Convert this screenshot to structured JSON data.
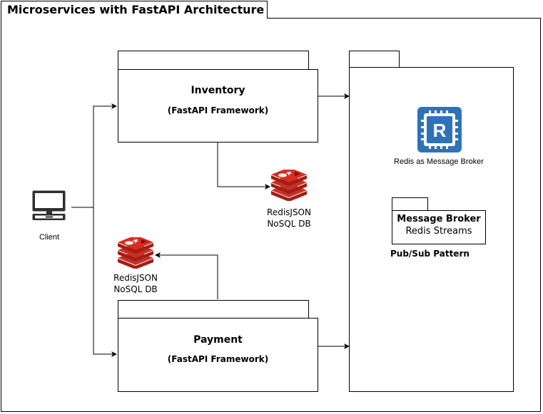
{
  "title": "Microservices with FastAPI Architecture",
  "client": {
    "label": "Client"
  },
  "inventory": {
    "title": "Inventory",
    "subtitle": "(FastAPI Framework)"
  },
  "payment": {
    "title": "Payment",
    "subtitle": "(FastAPI Framework)"
  },
  "inventory_db": {
    "line1": "RedisJSON",
    "line2": "NoSQL DB"
  },
  "payment_db": {
    "line1": "RedisJSON",
    "line2": "NoSQL DB"
  },
  "broker": {
    "redis_label": "Redis as Message Broker",
    "icon_letter": "R",
    "box_title": "Message Broker",
    "box_subtitle": "Redis Streams",
    "pattern": "Pub/Sub Pattern"
  },
  "colors": {
    "redis_red": "#C6302B",
    "redis_dark": "#A41E11",
    "redis_blue": "#2E73B8",
    "redis_blue_dark": "#1F5B96"
  },
  "icons": [
    "computer-icon",
    "redis-db-icon",
    "redis-r-icon"
  ]
}
